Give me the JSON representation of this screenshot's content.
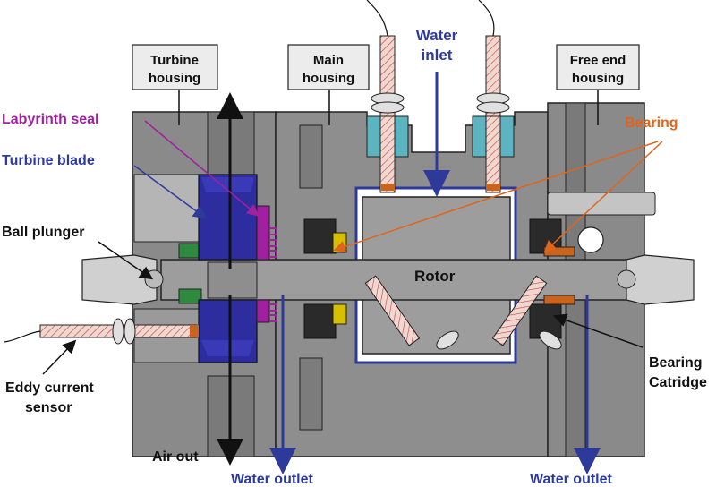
{
  "colors": {
    "housing": "#888888",
    "housing_light": "#a6a6a6",
    "housing_dark": "#6e6e6e",
    "rotor": "#9d9d9d",
    "turbine_blade": "#2d2d9f",
    "labyrinth_seal": "#a020a0",
    "bearing_green": "#2e8b3e",
    "bearing_yellow": "#c8b400",
    "bearing_orange": "#c8641e",
    "water_line": "#2e3a9a",
    "water_pipe": "#e8c8c0",
    "fitting_cyan": "#5bb4c0",
    "label_purple": "#a020a0",
    "label_blue": "#2d3a9f",
    "label_orange": "#e0651c",
    "label_black": "#111111"
  },
  "boxes": {
    "turbine_housing": [
      "Turbine",
      "housing"
    ],
    "main_housing": [
      "Main",
      "housing"
    ],
    "free_end_housing": [
      "Free end",
      "housing"
    ]
  },
  "labels": {
    "water_inlet": [
      "Water",
      "inlet"
    ],
    "labyrinth_seal": "Labyrinth seal",
    "turbine_blade": "Turbine blade",
    "bearing": "Bearing",
    "ball_plunger": "Ball plunger",
    "rotor": "Rotor",
    "eddy_current_sensor": [
      "Eddy current",
      "sensor"
    ],
    "bearing_catridge": [
      "Bearing",
      "Catridge"
    ],
    "air_out": "Air out",
    "water_outlet_left": "Water outlet",
    "water_outlet_right": "Water outlet"
  }
}
